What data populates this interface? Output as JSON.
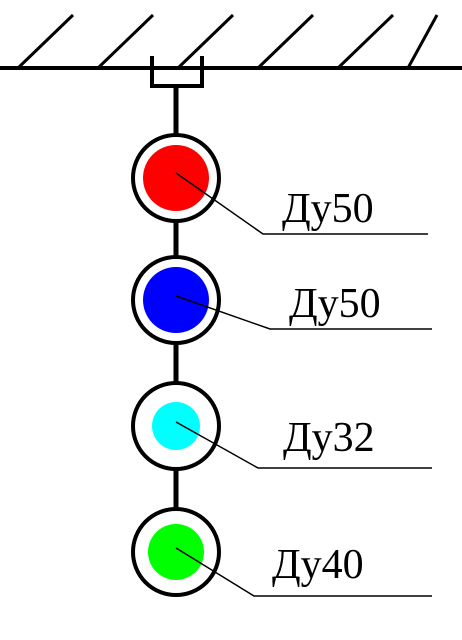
{
  "diagram": {
    "pipes": [
      {
        "label": "Ду50",
        "color": "#ff0000"
      },
      {
        "label": "Ду50",
        "color": "#0000ff"
      },
      {
        "label": "Ду32",
        "color": "#00ffff"
      },
      {
        "label": "Ду40",
        "color": "#00ff00"
      }
    ],
    "line_color": "#000000"
  }
}
